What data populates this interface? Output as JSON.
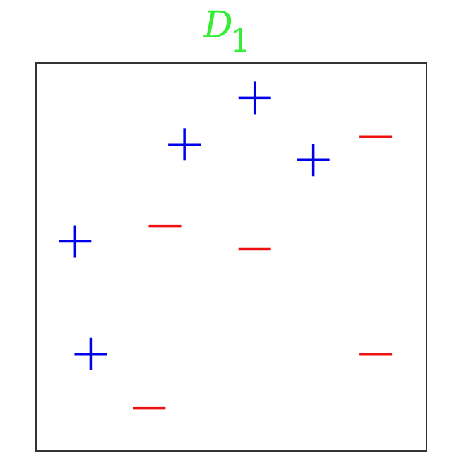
{
  "title": {
    "main": "D",
    "subscript": "1",
    "color": "#33ee33"
  },
  "colors": {
    "positive": "#0000ee",
    "negative": "#ee1111",
    "frame": "#333333"
  },
  "chart_data": {
    "type": "scatter",
    "xlim": [
      0,
      1
    ],
    "ylim": [
      0,
      1
    ],
    "grid": false,
    "series": [
      {
        "label": "+",
        "marker": "plus",
        "points": [
          [
            0.56,
            0.91
          ],
          [
            0.38,
            0.79
          ],
          [
            0.71,
            0.75
          ],
          [
            0.1,
            0.54
          ],
          [
            0.14,
            0.25
          ]
        ]
      },
      {
        "label": "−",
        "marker": "minus",
        "points": [
          [
            0.87,
            0.81
          ],
          [
            0.33,
            0.58
          ],
          [
            0.56,
            0.52
          ],
          [
            0.87,
            0.25
          ],
          [
            0.29,
            0.11
          ]
        ]
      }
    ]
  }
}
